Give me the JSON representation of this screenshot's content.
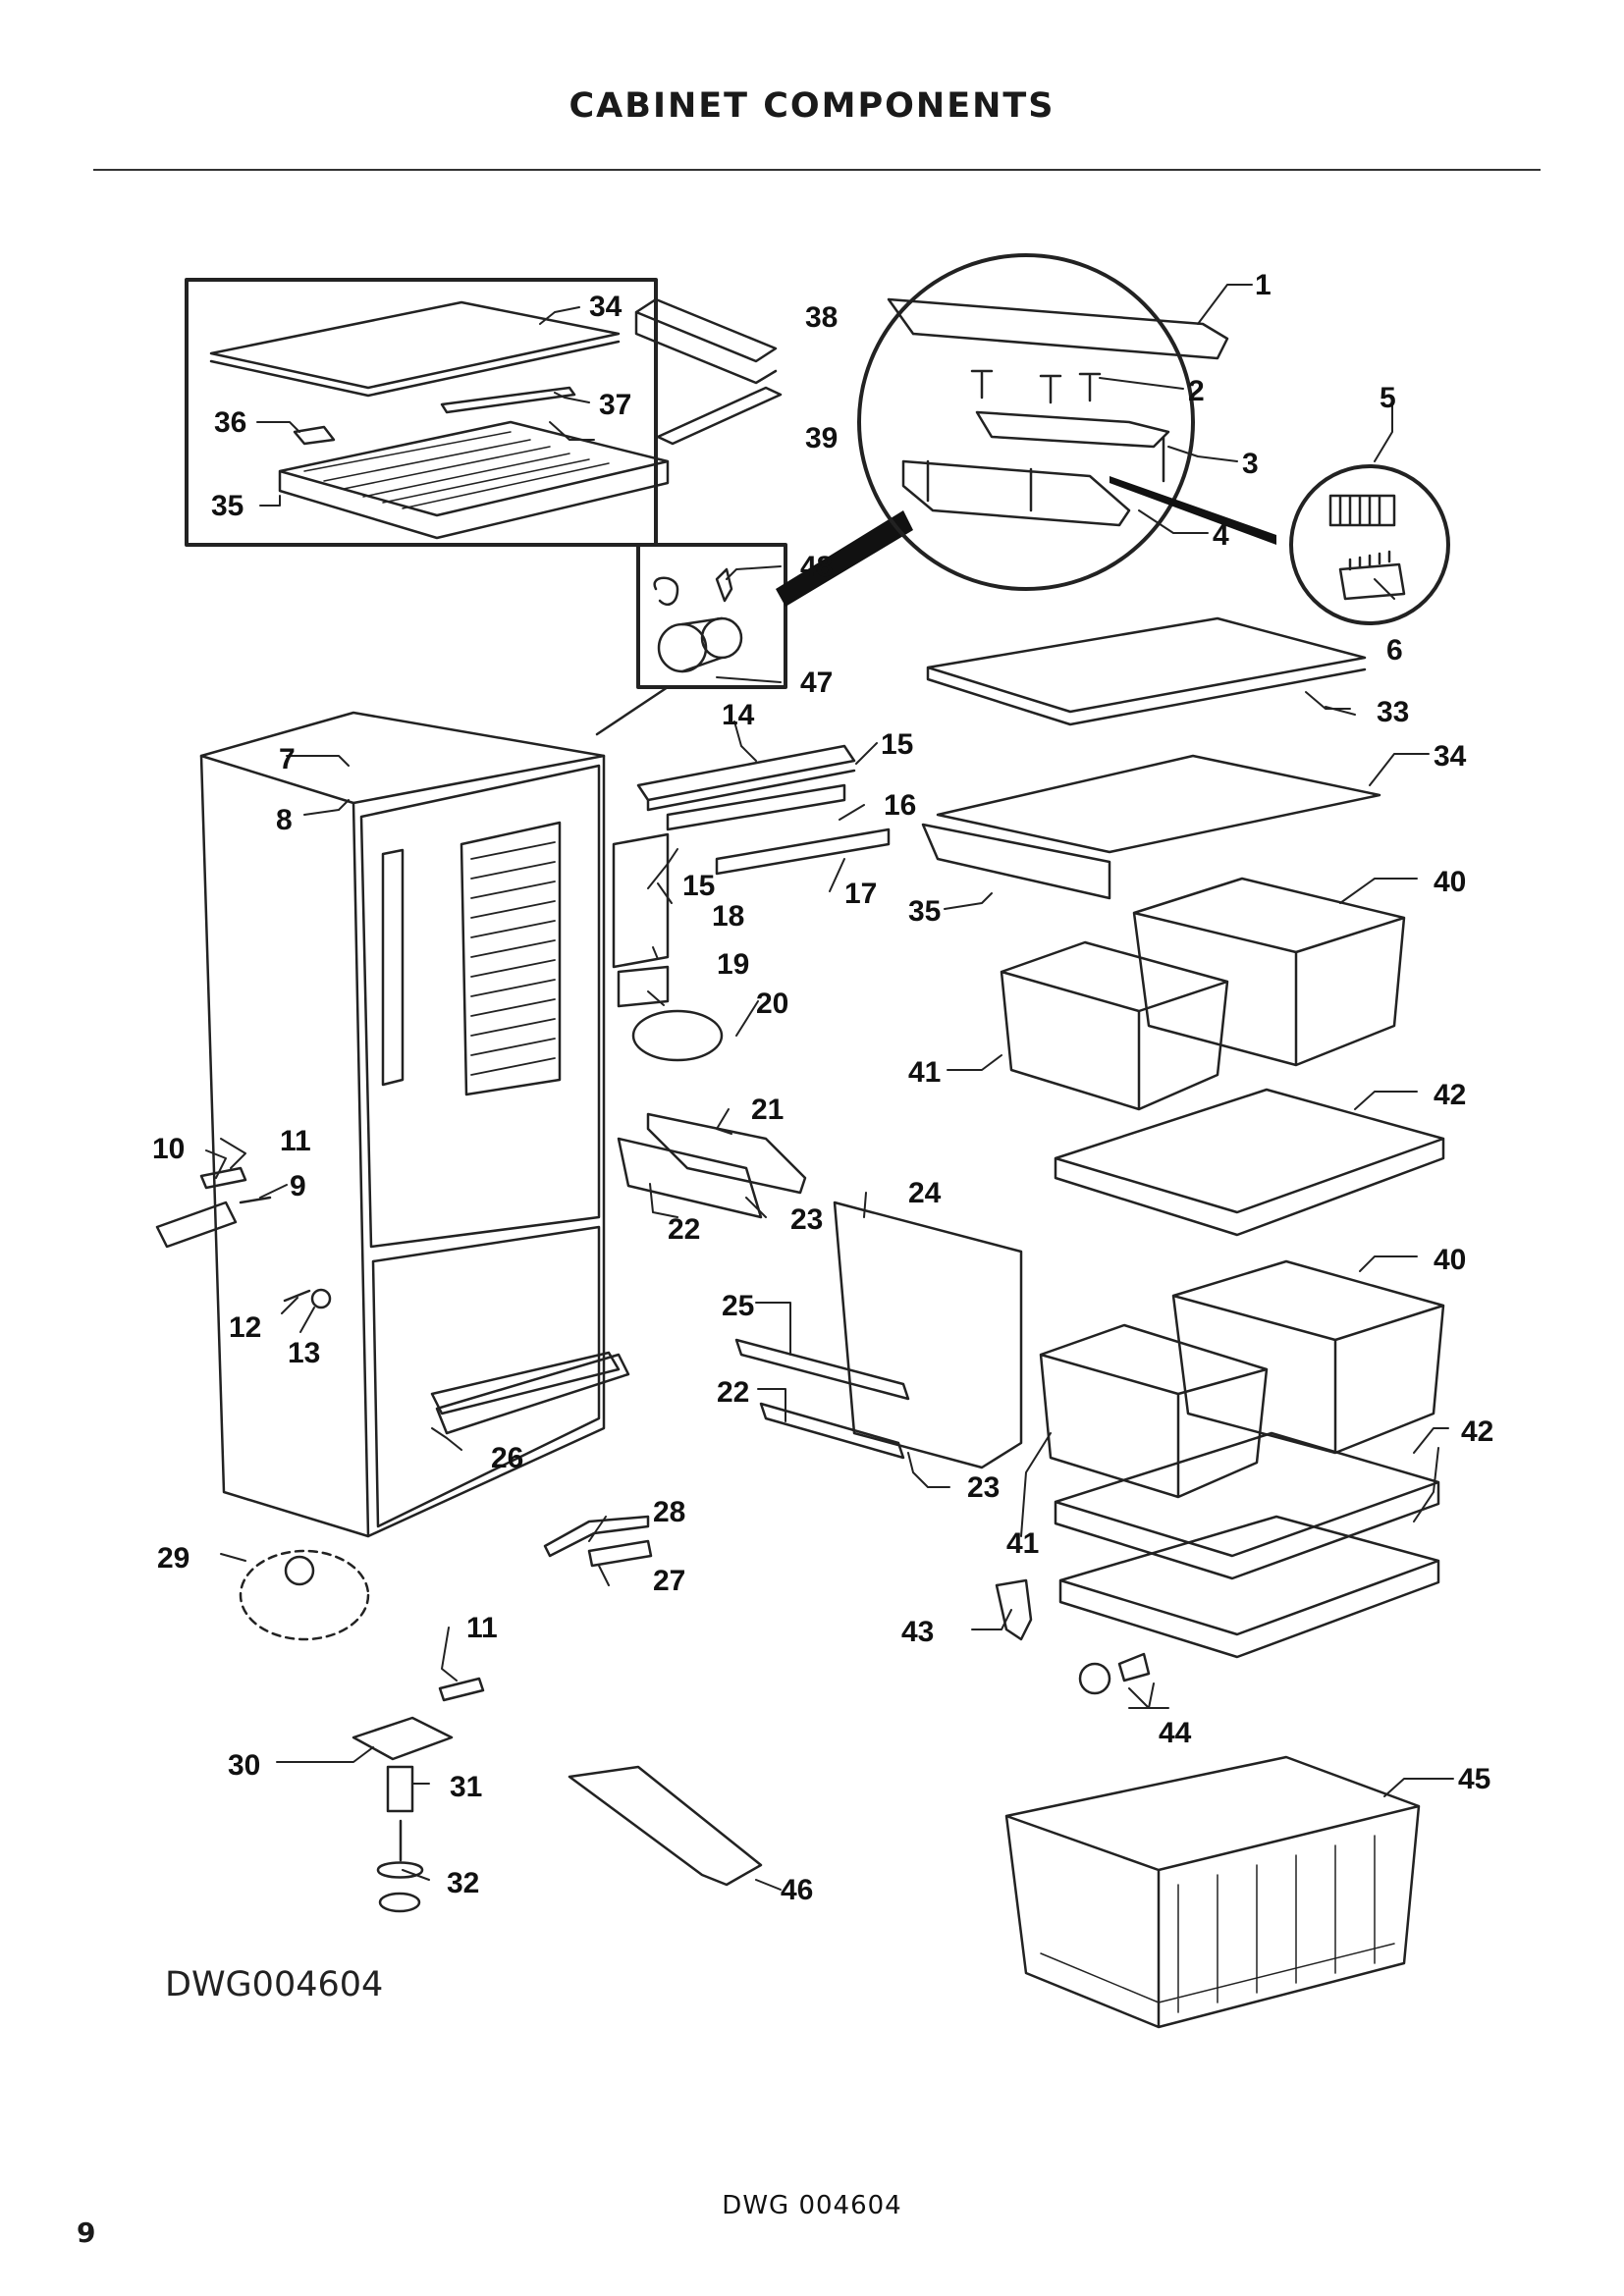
{
  "page": {
    "title": "CABINET COMPONENTS",
    "drawing_ref": "DWG004604",
    "footer_ref": "DWG 004604",
    "page_number": "9"
  },
  "callouts": [
    {
      "id": "c1",
      "label": "1"
    },
    {
      "id": "c2",
      "label": "2"
    },
    {
      "id": "c3",
      "label": "3"
    },
    {
      "id": "c4",
      "label": "4"
    },
    {
      "id": "c5",
      "label": "5"
    },
    {
      "id": "c6",
      "label": "6"
    },
    {
      "id": "c7",
      "label": "7"
    },
    {
      "id": "c8",
      "label": "8"
    },
    {
      "id": "c9",
      "label": "9"
    },
    {
      "id": "c10",
      "label": "10"
    },
    {
      "id": "c11a",
      "label": "11"
    },
    {
      "id": "c11b",
      "label": "11"
    },
    {
      "id": "c12",
      "label": "12"
    },
    {
      "id": "c13",
      "label": "13"
    },
    {
      "id": "c14",
      "label": "14"
    },
    {
      "id": "c15a",
      "label": "15"
    },
    {
      "id": "c15b",
      "label": "15"
    },
    {
      "id": "c16",
      "label": "16"
    },
    {
      "id": "c17",
      "label": "17"
    },
    {
      "id": "c18",
      "label": "18"
    },
    {
      "id": "c19",
      "label": "19"
    },
    {
      "id": "c20",
      "label": "20"
    },
    {
      "id": "c21",
      "label": "21"
    },
    {
      "id": "c22a",
      "label": "22"
    },
    {
      "id": "c22b",
      "label": "22"
    },
    {
      "id": "c23a",
      "label": "23"
    },
    {
      "id": "c23b",
      "label": "23"
    },
    {
      "id": "c24",
      "label": "24"
    },
    {
      "id": "c25",
      "label": "25"
    },
    {
      "id": "c26",
      "label": "26"
    },
    {
      "id": "c27",
      "label": "27"
    },
    {
      "id": "c28",
      "label": "28"
    },
    {
      "id": "c29",
      "label": "29"
    },
    {
      "id": "c30",
      "label": "30"
    },
    {
      "id": "c31",
      "label": "31"
    },
    {
      "id": "c32",
      "label": "32"
    },
    {
      "id": "c33",
      "label": "33"
    },
    {
      "id": "c34a",
      "label": "34"
    },
    {
      "id": "c34b",
      "label": "34"
    },
    {
      "id": "c35a",
      "label": "35"
    },
    {
      "id": "c35b",
      "label": "35"
    },
    {
      "id": "c36",
      "label": "36"
    },
    {
      "id": "c37",
      "label": "37"
    },
    {
      "id": "c38",
      "label": "38"
    },
    {
      "id": "c39",
      "label": "39"
    },
    {
      "id": "c40a",
      "label": "40"
    },
    {
      "id": "c40b",
      "label": "40"
    },
    {
      "id": "c41a",
      "label": "41"
    },
    {
      "id": "c41b",
      "label": "41"
    },
    {
      "id": "c42a",
      "label": "42"
    },
    {
      "id": "c42b",
      "label": "42"
    },
    {
      "id": "c43",
      "label": "43"
    },
    {
      "id": "c44",
      "label": "44"
    },
    {
      "id": "c45",
      "label": "45"
    },
    {
      "id": "c46",
      "label": "46"
    },
    {
      "id": "c47",
      "label": "47"
    },
    {
      "id": "c48",
      "label": "48"
    }
  ]
}
